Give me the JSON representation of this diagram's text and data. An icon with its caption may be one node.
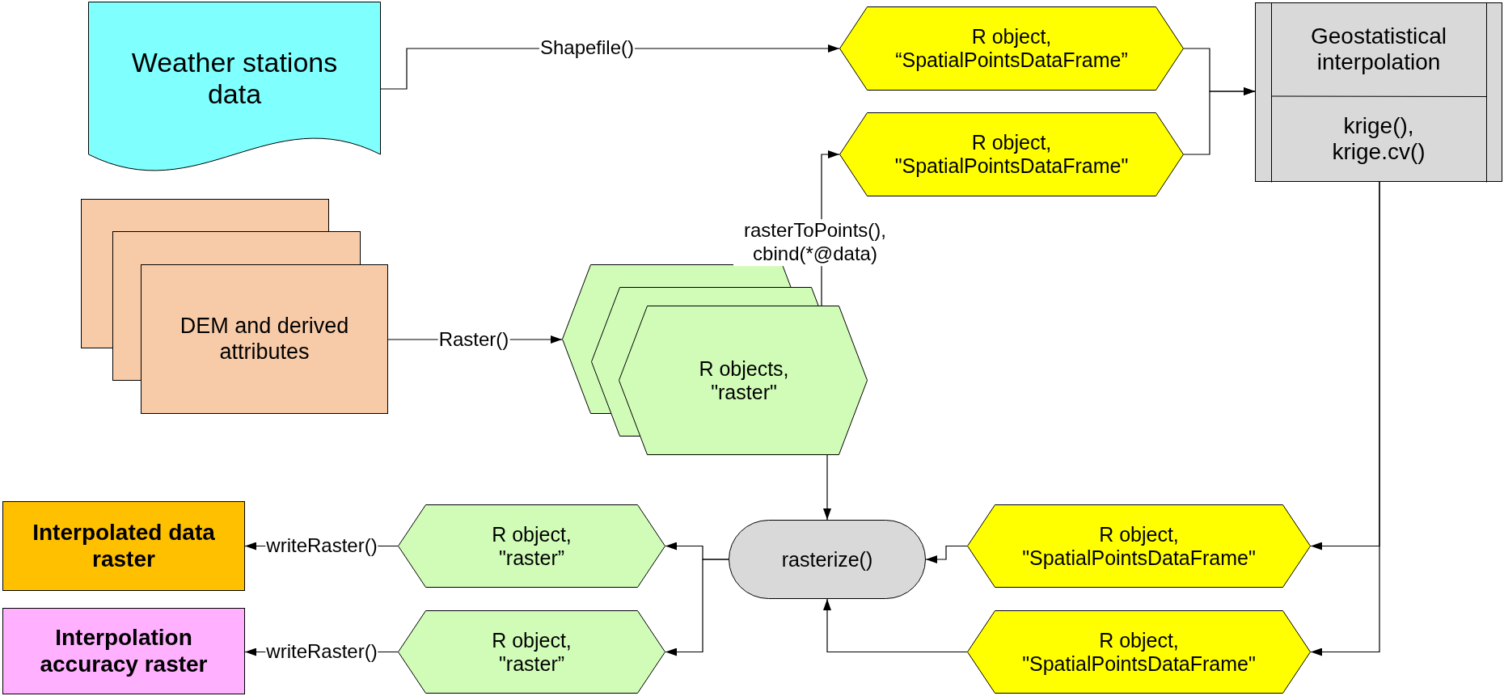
{
  "diagram": {
    "nodes": [
      {
        "text": [
          "Weather stations data"
        ]
      },
      {
        "text": [
          "R object, “SpatialPointsDataFrame”"
        ]
      },
      {
        "text": [
          "R object, \"SpatialPointsDataFrame\""
        ]
      },
      {
        "text": [
          "Geostatistical interpolation",
          "krige(), krige.cv()"
        ]
      },
      {
        "text": [
          "DEM and derived attributes"
        ]
      },
      {
        "text": [
          "R objects, \"raster\""
        ]
      },
      {
        "text": [
          "rasterize()"
        ]
      },
      {
        "text": [
          "R object, \"SpatialPointsDataFrame\""
        ]
      },
      {
        "text": [
          "R object, \"SpatialPointsDataFrame\""
        ]
      },
      {
        "text": [
          "R object, \"raster”"
        ]
      },
      {
        "text": [
          "R object, \"raster”"
        ]
      },
      {
        "text": [
          "Interpolated data raster"
        ]
      },
      {
        "text": [
          "Interpolation accuracy raster"
        ]
      }
    ],
    "edges": [
      {
        "from": 0,
        "to": 1,
        "arrow": "to",
        "label": "Shapefile()"
      },
      {
        "from": 1,
        "to": 3,
        "arrow": "to"
      },
      {
        "from": 2,
        "to": 3,
        "arrow": "to"
      },
      {
        "from": 4,
        "to": 5,
        "arrow": "to",
        "label": "Raster()"
      },
      {
        "from": 5,
        "to": 2,
        "arrow": "to",
        "label": "rasterToPoints(), cbind(*@data)"
      },
      {
        "from": 5,
        "to": 6,
        "arrow": "to"
      },
      {
        "from": 3,
        "to": 7,
        "arrow": "to"
      },
      {
        "from": 3,
        "to": 8,
        "arrow": "to"
      },
      {
        "from": 7,
        "to": 6,
        "arrow": "to"
      },
      {
        "from": 8,
        "to": 6,
        "arrow": "to"
      },
      {
        "from": 6,
        "to": 9,
        "arrow": "to"
      },
      {
        "from": 6,
        "to": 10,
        "arrow": "to"
      },
      {
        "from": 9,
        "to": 11,
        "arrow": "to",
        "label": "writeRaster()"
      },
      {
        "from": 10,
        "to": 12,
        "arrow": "to",
        "label": "writeRaster()"
      }
    ]
  }
}
